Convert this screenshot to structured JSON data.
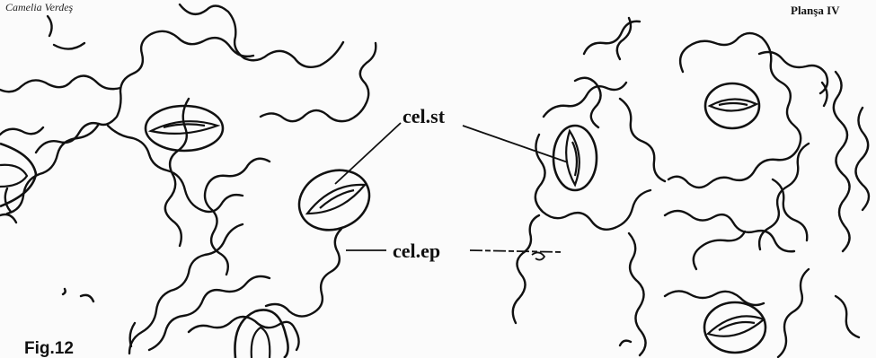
{
  "header": {
    "author": "Camelia Verdeş",
    "plate": "Planşa IV"
  },
  "labels": {
    "stomata_cell": "cel.st",
    "epidermal_cell": "cel.ep"
  },
  "caption": {
    "figure": "Fig.12"
  },
  "colors": {
    "ink": "#111111",
    "paper": "#fbfbfb"
  }
}
